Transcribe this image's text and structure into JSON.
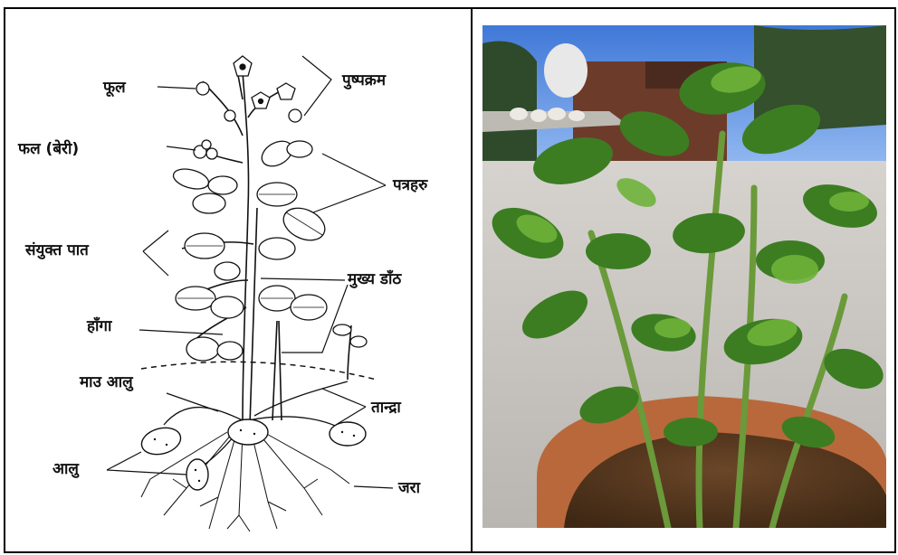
{
  "labels": {
    "flower": "फूल",
    "fruit": "फल (बेरी)",
    "compound_leaf": "संयुक्त पात",
    "branch": "हाँगा",
    "mother_tuber": "माउ आलु",
    "tuber": "आलु",
    "inflorescence": "पुष्पक्रम",
    "leaflets": "पत्रहरु",
    "main_stem": "मुख्य डाँठ",
    "stolon": "तान्द्रा",
    "root": "जरा"
  },
  "colors": {
    "ink": "#111111",
    "leaf_dark": "#2f6b1a",
    "leaf_light": "#6fb33a",
    "sky": "#5a8fe0",
    "soil": "#5a3a22",
    "pot": "#b9683c",
    "pavement": "#c9c6c2"
  }
}
